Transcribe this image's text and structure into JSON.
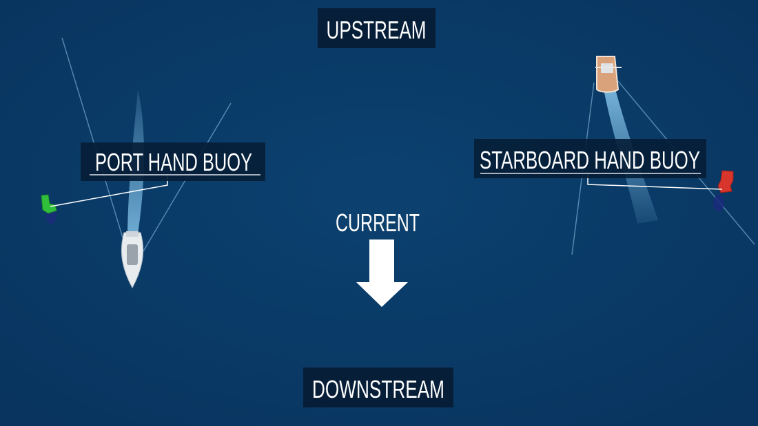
{
  "labels": {
    "upstream": "UPSTREAM",
    "downstream": "DOWNSTREAM",
    "current": "CURRENT",
    "port_buoy": "PORT HAND BUOY",
    "starboard_buoy": "STARBOARD HAND BUOY"
  },
  "icons": {
    "current_arrow": "arrow-down-icon",
    "port_buoy": "green-buoy-icon",
    "starboard_buoy": "red-buoy-icon"
  },
  "colors": {
    "water": "#0b3a68",
    "label_box": "#071e38",
    "text": "#ffffff",
    "port_buoy": "#2fbf3a",
    "starboard_buoy": "#d8352c",
    "wake": "#8fd0f5"
  }
}
